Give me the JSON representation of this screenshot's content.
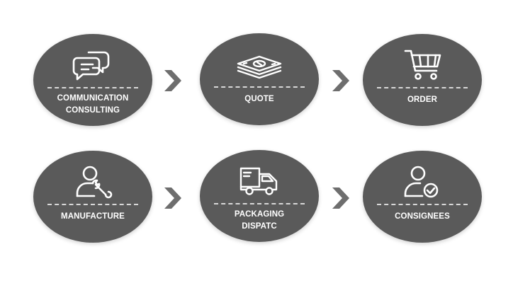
{
  "steps": [
    {
      "label": "COMMUNICATION\nCONSULTING",
      "icon": "chat-bubbles-icon"
    },
    {
      "label": "QUOTE",
      "icon": "money-stack-icon"
    },
    {
      "label": "ORDER",
      "icon": "shopping-cart-icon"
    },
    {
      "label": "MANUFACTURE",
      "icon": "worker-wrench-icon"
    },
    {
      "label": "PACKAGING\nDISPATC",
      "icon": "delivery-truck-icon"
    },
    {
      "label": "CONSIGNEES",
      "icon": "user-check-icon"
    }
  ],
  "colors": {
    "circle": "#5a5a5a",
    "icon_line": "#ffffff",
    "arrow": "#6e6e6e",
    "background": "#ffffff"
  }
}
